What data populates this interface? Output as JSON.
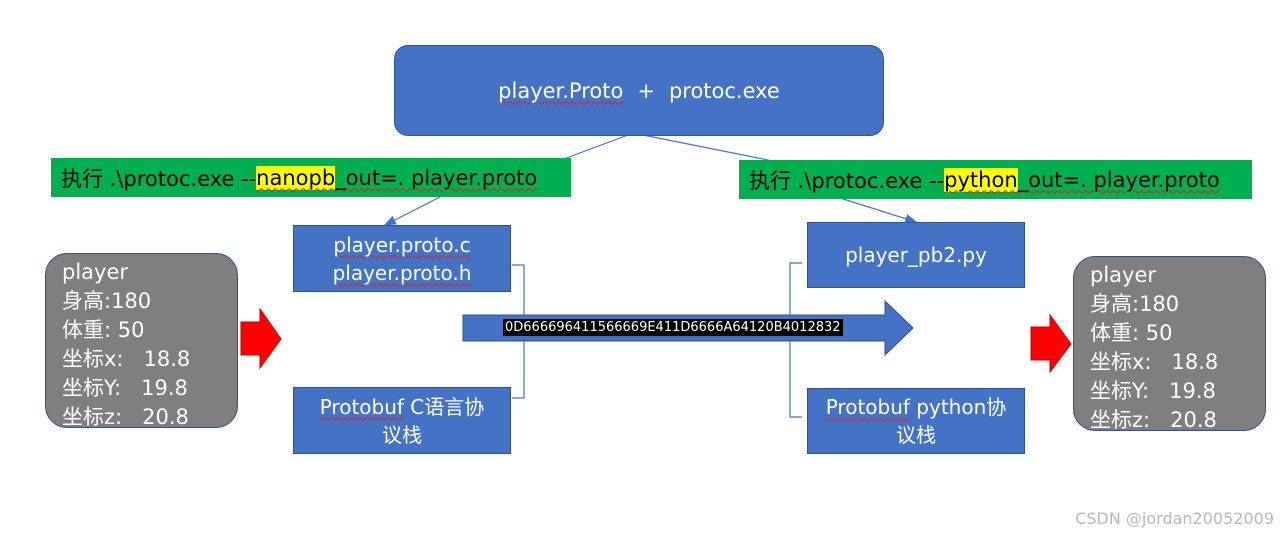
{
  "top_box": {
    "part1": "player.Proto",
    "plus": "+",
    "part2": "protoc.exe"
  },
  "cmd_left": {
    "prefix": "执行 .\\protoc.exe --",
    "highlight": "nanopb",
    "suffix": "_out=. player.proto"
  },
  "cmd_right": {
    "prefix": "执行 .\\protoc.exe --",
    "highlight": "python",
    "suffix": "_out=. player.proto"
  },
  "file_c": {
    "line1": "player.proto.c",
    "line2": "player.proto.h"
  },
  "file_py": {
    "line1": "player_pb2.py"
  },
  "stack_c": {
    "line1": "Protobuf C语言协",
    "line2": "议栈"
  },
  "stack_py": {
    "line1": "Protobuf python协",
    "line2": "议栈"
  },
  "hex_payload": "0D666696411566669E411D6666A64120B4012832",
  "player_left": [
    "player",
    "身高:180",
    "体重: 50",
    "坐标x:   18.8",
    "坐标Y:   19.8",
    "坐标z:   20.8"
  ],
  "player_right": [
    "player",
    "身高:180",
    "体重: 50",
    "坐标x:   18.8",
    "坐标Y:   19.8",
    "坐标z:   20.8"
  ],
  "watermark": "CSDN @jordan20052009",
  "colors": {
    "blue": "#4472c4",
    "green": "#00b050",
    "highlight": "#ffff00",
    "gray": "#7f7f7f",
    "red_arrow": "#ff0000"
  }
}
